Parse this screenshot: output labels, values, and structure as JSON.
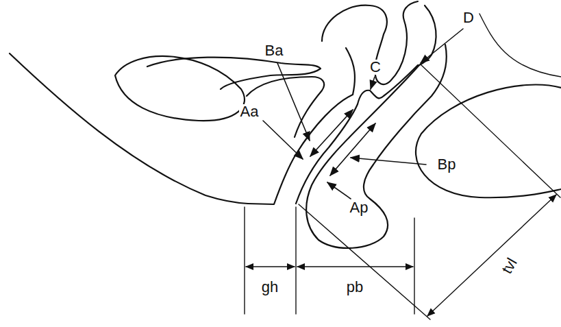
{
  "diagram": {
    "labels": [
      "Ba",
      "C",
      "D",
      "Aa",
      "Bp",
      "Ap",
      "gh",
      "pb",
      "tvl"
    ]
  }
}
